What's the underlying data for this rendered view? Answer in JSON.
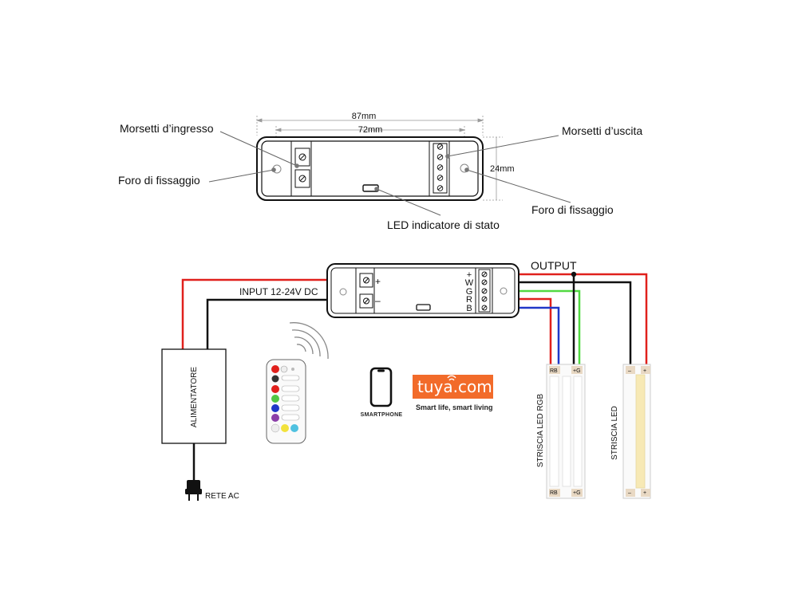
{
  "top_diagram": {
    "dim_width_outer": "87mm",
    "dim_width_inner": "72mm",
    "dim_height": "24mm",
    "label_input_terminals": "Morsetti d’ingresso",
    "label_output_terminals": "Morsetti d’uscita",
    "label_mounting_hole_left": "Foro di fissaggio",
    "label_mounting_hole_right": "Foro di fissaggio",
    "label_status_led": "LED indicatore di stato"
  },
  "bottom_diagram": {
    "output_label": "OUTPUT",
    "input_label": "INPUT 12-24V DC",
    "input_plus": "+",
    "input_minus": "–",
    "output_pins": [
      "+",
      "W",
      "G",
      "R",
      "B"
    ],
    "power_supply_label": "ALIMENTATORE",
    "mains_label": "RETE AC",
    "smartphone_label": "SMARTPHONE",
    "tuya_logo_text": "tuya.com",
    "tuya_tagline": "Smart life, smart living",
    "strip_rgb_label": "STRISCIA LED RGB",
    "strip_led_label": "STRISCIA LED",
    "strip_rgb_pin_left": "RB",
    "strip_rgb_pin_right": "+G",
    "strip_led_pin_left": "–",
    "strip_led_pin_right": "+"
  },
  "wire_colors": {
    "positive": "#e0201c",
    "negative": "#111111",
    "green": "#52d942",
    "red": "#e0201c",
    "blue": "#1f37c8"
  },
  "icons": [
    "remote-control-icon",
    "wireless-signal-icon",
    "smartphone-icon",
    "tuya-logo",
    "ac-plug-icon"
  ]
}
